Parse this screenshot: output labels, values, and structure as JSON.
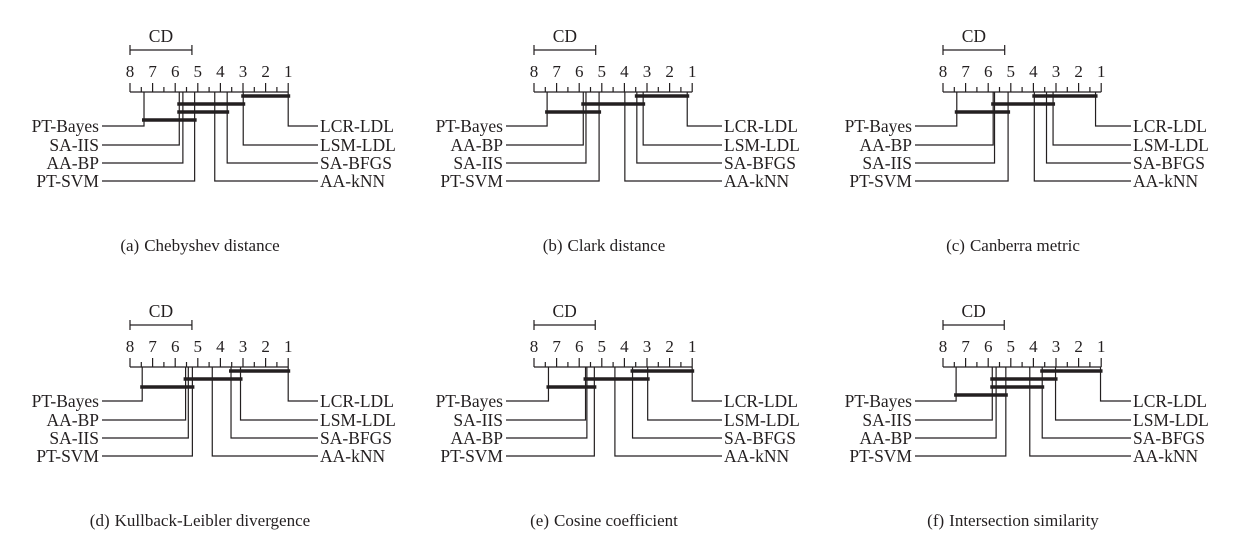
{
  "chart_data": [
    {
      "type": "critical-difference",
      "caption_label": "(a)",
      "title": "Chebyshev distance",
      "cd_label": "CD",
      "cd_value": 2.74,
      "axis_ticks": [
        "8",
        "7",
        "6",
        "5",
        "4",
        "3",
        "2",
        "1"
      ],
      "xlim": [
        8,
        1
      ],
      "left_order": [
        "PT-Bayes",
        "SA-IIS",
        "AA-BP",
        "PT-SVM"
      ],
      "right_order": [
        "LCR-LDL",
        "LSM-LDL",
        "SA-BFGS",
        "AA-kNN"
      ],
      "ranks": {
        "PT-Bayes": 7.38,
        "SA-IIS": 5.82,
        "AA-BP": 5.66,
        "PT-SVM": 5.14,
        "AA-kNN": 4.25,
        "SA-BFGS": 3.7,
        "LSM-LDL": 2.99,
        "LCR-LDL": 1.0
      },
      "cliques": [
        [
          "LSM-LDL",
          "LCR-LDL"
        ],
        [
          "SA-IIS",
          "LSM-LDL"
        ],
        [
          "SA-IIS",
          "SA-BFGS"
        ],
        [
          "PT-Bayes",
          "PT-SVM"
        ]
      ]
    },
    {
      "type": "critical-difference",
      "caption_label": "(b)",
      "title": "Clark distance",
      "cd_label": "CD",
      "cd_value": 2.73,
      "axis_ticks": [
        "8",
        "7",
        "6",
        "5",
        "4",
        "3",
        "2",
        "1"
      ],
      "xlim": [
        8,
        1
      ],
      "left_order": [
        "PT-Bayes",
        "AA-BP",
        "SA-IIS",
        "PT-SVM"
      ],
      "right_order": [
        "LCR-LDL",
        "LSM-LDL",
        "SA-BFGS",
        "AA-kNN"
      ],
      "ranks": {
        "PT-Bayes": 7.42,
        "AA-BP": 5.82,
        "SA-IIS": 5.7,
        "PT-SVM": 5.12,
        "AA-kNN": 3.98,
        "SA-BFGS": 3.45,
        "LSM-LDL": 3.17,
        "LCR-LDL": 1.22
      },
      "cliques": [
        [
          "SA-BFGS",
          "LCR-LDL"
        ],
        [
          "AA-BP",
          "LSM-LDL"
        ],
        [
          "PT-Bayes",
          "PT-SVM"
        ]
      ]
    },
    {
      "type": "critical-difference",
      "caption_label": "(c)",
      "title": "Canberra metric",
      "cd_label": "CD",
      "cd_value": 2.73,
      "axis_ticks": [
        "8",
        "7",
        "6",
        "5",
        "4",
        "3",
        "2",
        "1"
      ],
      "xlim": [
        8,
        1
      ],
      "left_order": [
        "PT-Bayes",
        "AA-BP",
        "SA-IIS",
        "PT-SVM"
      ],
      "right_order": [
        "LCR-LDL",
        "LSM-LDL",
        "SA-BFGS",
        "AA-kNN"
      ],
      "ranks": {
        "PT-Bayes": 7.39,
        "AA-BP": 5.78,
        "SA-IIS": 5.72,
        "PT-SVM": 5.12,
        "AA-kNN": 3.96,
        "SA-BFGS": 3.42,
        "LSM-LDL": 3.13,
        "LCR-LDL": 1.25
      },
      "cliques": [
        [
          "AA-kNN",
          "LCR-LDL"
        ],
        [
          "AA-BP",
          "LSM-LDL"
        ],
        [
          "PT-Bayes",
          "PT-SVM"
        ]
      ]
    },
    {
      "type": "critical-difference",
      "caption_label": "(d)",
      "title": "Kullback-Leibler divergence",
      "cd_label": "CD",
      "cd_value": 2.74,
      "axis_ticks": [
        "8",
        "7",
        "6",
        "5",
        "4",
        "3",
        "2",
        "1"
      ],
      "xlim": [
        8,
        1
      ],
      "left_order": [
        "PT-Bayes",
        "AA-BP",
        "SA-IIS",
        "PT-SVM"
      ],
      "right_order": [
        "LCR-LDL",
        "LSM-LDL",
        "SA-BFGS",
        "AA-kNN"
      ],
      "ranks": {
        "PT-Bayes": 7.46,
        "AA-BP": 5.54,
        "SA-IIS": 5.42,
        "PT-SVM": 5.24,
        "AA-kNN": 4.36,
        "SA-BFGS": 3.53,
        "LSM-LDL": 3.11,
        "LCR-LDL": 1.0
      },
      "cliques": [
        [
          "SA-BFGS",
          "LCR-LDL"
        ],
        [
          "AA-BP",
          "LSM-LDL"
        ],
        [
          "PT-Bayes",
          "PT-SVM"
        ]
      ]
    },
    {
      "type": "critical-difference",
      "caption_label": "(e)",
      "title": "Cosine coefficient",
      "cd_label": "CD",
      "cd_value": 2.71,
      "axis_ticks": [
        "8",
        "7",
        "6",
        "5",
        "4",
        "3",
        "2",
        "1"
      ],
      "xlim": [
        8,
        1
      ],
      "left_order": [
        "PT-Bayes",
        "SA-IIS",
        "AA-BP",
        "PT-SVM"
      ],
      "right_order": [
        "LCR-LDL",
        "LSM-LDL",
        "SA-BFGS",
        "AA-kNN"
      ],
      "ranks": {
        "PT-Bayes": 7.36,
        "SA-IIS": 5.72,
        "AA-BP": 5.66,
        "PT-SVM": 5.33,
        "AA-kNN": 4.42,
        "SA-BFGS": 3.64,
        "LSM-LDL": 2.97,
        "LCR-LDL": 1.0
      },
      "cliques": [
        [
          "SA-BFGS",
          "LCR-LDL"
        ],
        [
          "SA-IIS",
          "LSM-LDL"
        ],
        [
          "PT-Bayes",
          "PT-SVM"
        ]
      ]
    },
    {
      "type": "critical-difference",
      "caption_label": "(f)",
      "title": "Intersection similarity",
      "cd_label": "CD",
      "cd_value": 2.71,
      "axis_ticks": [
        "8",
        "7",
        "6",
        "5",
        "4",
        "3",
        "2",
        "1"
      ],
      "xlim": [
        8,
        1
      ],
      "left_order": [
        "PT-Bayes",
        "SA-IIS",
        "AA-BP",
        "PT-SVM"
      ],
      "right_order": [
        "LCR-LDL",
        "LSM-LDL",
        "SA-BFGS",
        "AA-kNN"
      ],
      "ranks": {
        "PT-Bayes": 7.42,
        "SA-IIS": 5.82,
        "AA-BP": 5.65,
        "PT-SVM": 5.22,
        "AA-kNN": 4.16,
        "SA-BFGS": 3.61,
        "LSM-LDL": 3.02,
        "LCR-LDL": 1.03
      },
      "cliques": [
        [
          "SA-BFGS",
          "LCR-LDL"
        ],
        [
          "SA-IIS",
          "LSM-LDL"
        ],
        [
          "SA-IIS",
          "SA-BFGS"
        ],
        [
          "PT-Bayes",
          "PT-SVM"
        ]
      ]
    }
  ]
}
